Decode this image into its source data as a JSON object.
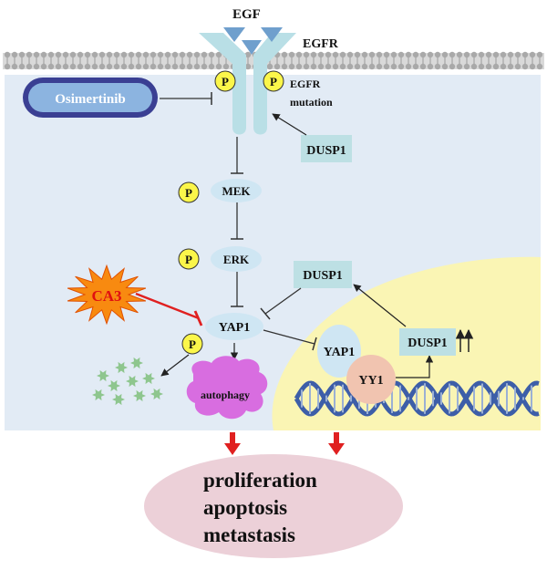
{
  "labels": {
    "egf": "EGF",
    "egfr": "EGFR",
    "egfr_mutation_line1": "EGFR",
    "egfr_mutation_line2": "mutation",
    "osimertinib": "Osimertinib",
    "dusp1_membrane": "DUSP1",
    "mek": "MEK",
    "erk": "ERK",
    "dusp1_cytoplasm": "DUSP1",
    "ca3": "CA3",
    "yap1_cytoplasm": "YAP1",
    "autophagy": "autophagy",
    "yap1_nucleus": "YAP1",
    "yy1": "YY1",
    "dusp1_nucleus": "DUSP1",
    "phospho": "P"
  },
  "outcomes": [
    "proliferation",
    "apoptosis",
    "metastasis"
  ],
  "colors": {
    "cell": "#e2ebf5",
    "nucleus": "#faf5b4",
    "receptor": "#b9dfe6",
    "node": "#cfe6f3",
    "dusp1_box": "#bde0e4",
    "phospho_fill": "#fbf64a",
    "autophagy": "#d86de0",
    "outcome": "#ecd0d8",
    "inhibitor_red": "#e02020",
    "ca3_star": "#f88a10",
    "egf_triangle": "#6f9fcd",
    "dna_blue": "#3d5ea8",
    "yy1": "#f1c4b0"
  }
}
